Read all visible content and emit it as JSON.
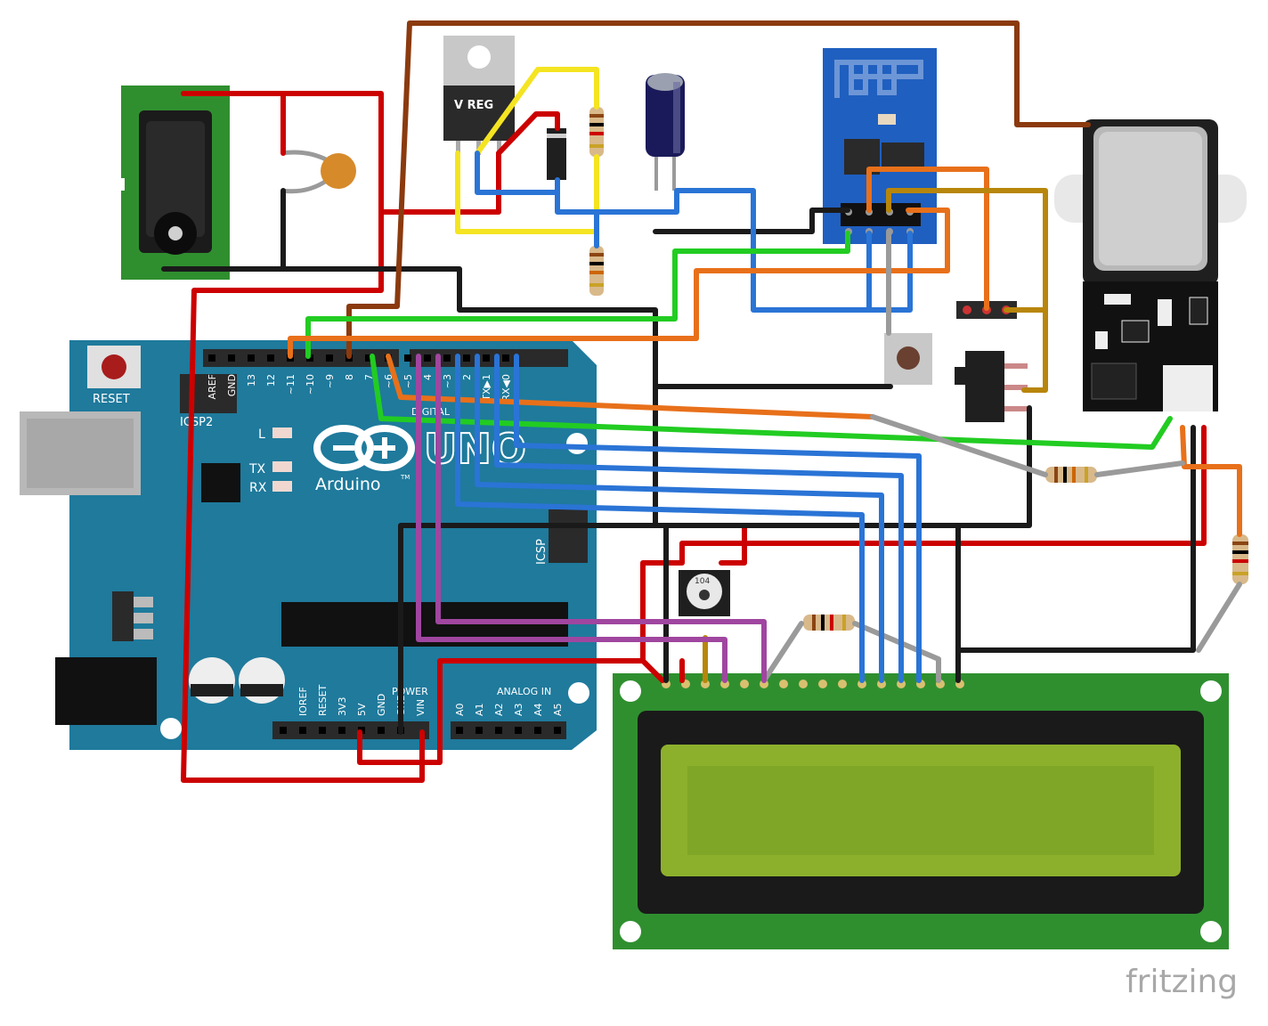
{
  "arduino": {
    "reset_label": "RESET",
    "icsp2_label": "ICSP2",
    "icsp_label": "ICSP",
    "led_l_label": "L",
    "led_tx_label": "TX",
    "led_rx_label": "RX",
    "logo_text": "Arduino",
    "logo_tm": "TM",
    "model_text": "UNO",
    "digital_label": "DIGITAL",
    "power_label": "POWER",
    "analog_label": "ANALOG IN",
    "top_pins": [
      "AREF",
      "GND",
      "13",
      "12",
      "~11",
      "~10",
      "~9",
      "8",
      "7",
      "~6",
      "~5",
      "4",
      "~3",
      "2",
      "TX▶1",
      "RX◀0"
    ],
    "power_pins": [
      "IOREF",
      "RESET",
      "3V3",
      "5V",
      "GND",
      "GND",
      "VIN"
    ],
    "analog_pins": [
      "A0",
      "A1",
      "A2",
      "A3",
      "A4",
      "A5"
    ]
  },
  "regulator": {
    "label": "V REG"
  },
  "potentiometer": {
    "label": "104"
  },
  "watermark": {
    "text": "fritzing"
  },
  "colors": {
    "board_blue": "#1f7a9c",
    "wire_red": "#cc0000",
    "wire_black": "#1a1a1a",
    "wire_blue": "#2a74d6",
    "wire_green": "#22cc22",
    "wire_orange": "#e8701a",
    "wire_yellow": "#f4e421",
    "wire_brown": "#8b3a0e",
    "wire_purple": "#a046a0",
    "wire_olive": "#b8860b",
    "wire_gray": "#9a9a9a",
    "lcd_board": "#2f8f2f",
    "lcd_screen": "#8db02c",
    "esp_board": "#1f5fc0",
    "dc_board": "#2f8f2f"
  }
}
